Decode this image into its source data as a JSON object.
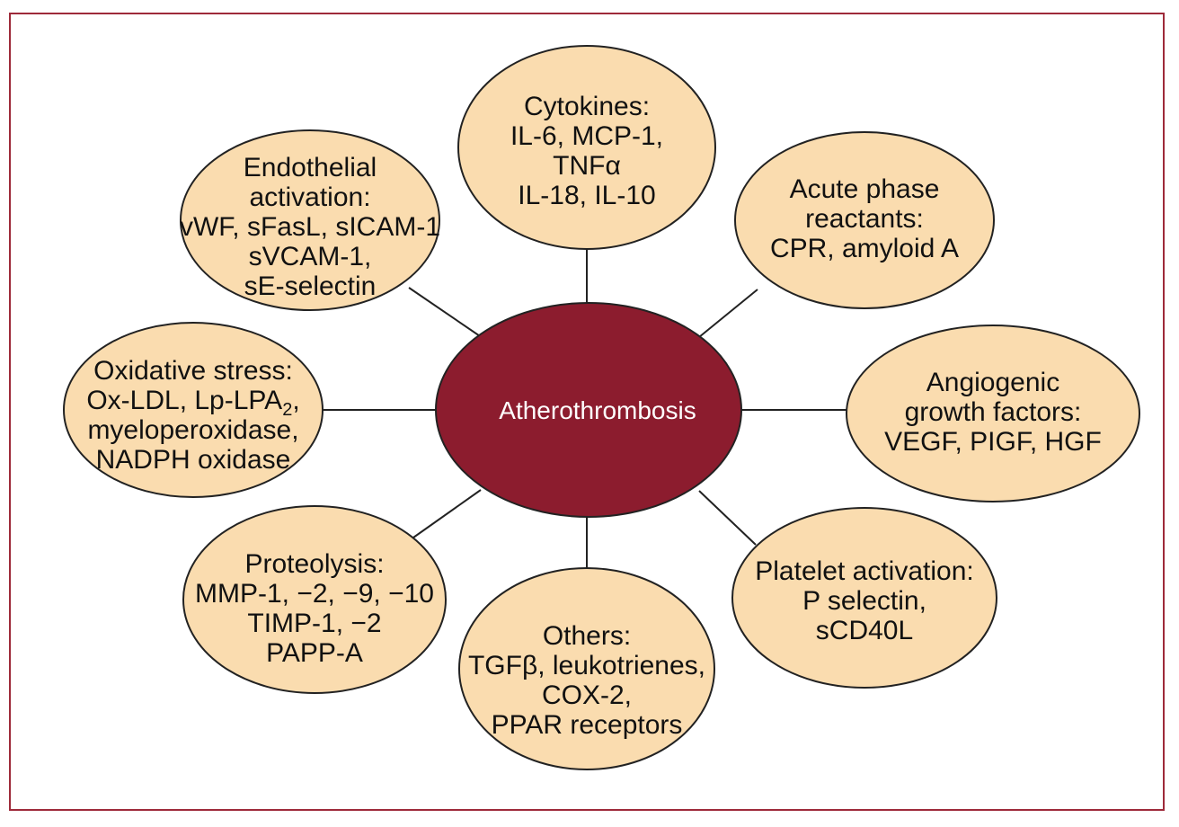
{
  "colors": {
    "frame": "#9e2a3a",
    "node_fill": "#fadcaf",
    "node_stroke": "#222222",
    "center_fill": "#8c1c2e",
    "connector": "#222222"
  },
  "center": {
    "label": "Atherothrombosis"
  },
  "nodes": [
    {
      "id": "cytokines",
      "lines": [
        "Cytokines:",
        "IL-6, MCP-1,",
        "TNFα",
        "IL-18, IL-10"
      ]
    },
    {
      "id": "acute-phase",
      "lines": [
        "Acute phase",
        "reactants:",
        "CPR, amyloid A"
      ]
    },
    {
      "id": "angiogenic",
      "lines": [
        "Angiogenic",
        "growth factors:",
        "VEGF, PIGF, HGF"
      ]
    },
    {
      "id": "platelet",
      "lines": [
        "Platelet activation:",
        "P selectin,",
        "sCD40L"
      ]
    },
    {
      "id": "others",
      "lines": [
        "Others:",
        "TGFβ, leukotrienes,",
        "COX-2,",
        "PPAR receptors"
      ]
    },
    {
      "id": "proteolysis",
      "lines": [
        "Proteolysis:",
        "MMP-1, −2, −9, −10",
        "TIMP-1, −2",
        "PAPP-A"
      ]
    },
    {
      "id": "oxidative",
      "lines": [
        "Oxidative stress:",
        "Ox-LDL, Lp-LPA",
        "myeloperoxidase,",
        "NADPH oxidase"
      ],
      "subscript": {
        "line": 1,
        "text": "2"
      }
    },
    {
      "id": "endothelial",
      "lines": [
        "Endothelial",
        "activation:",
        "vWF, sFasL, sICAM-1",
        "sVCAM-1,",
        "sE-selectin"
      ]
    }
  ]
}
